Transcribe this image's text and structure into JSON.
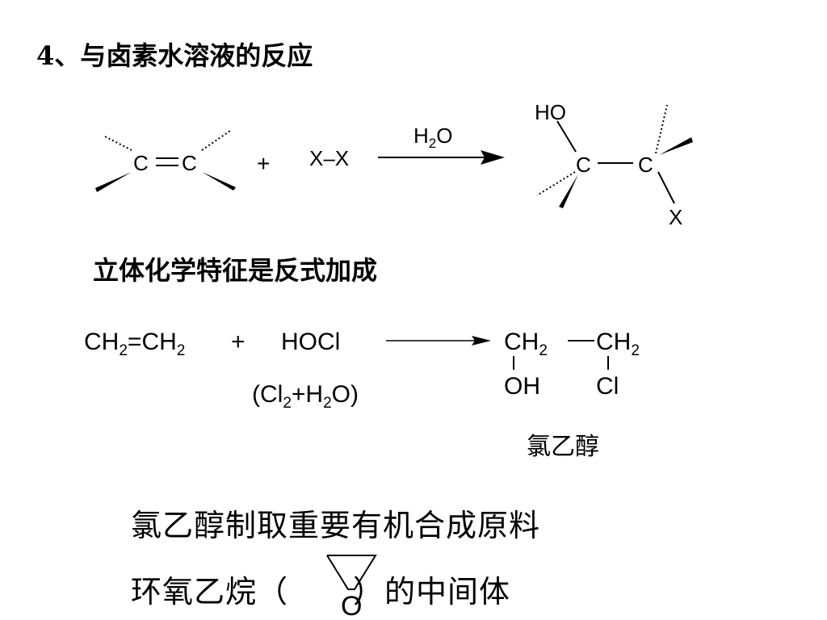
{
  "heading": "4、与卤素水溶液的反应",
  "scheme1": {
    "reactant_c1": "C",
    "reactant_c2": "C",
    "plus": "+",
    "reagent": "X–X",
    "condition_h": "H",
    "condition_sub": "2",
    "condition_o": "O",
    "product_ho": "HO",
    "product_c1": "C",
    "product_c2": "C",
    "product_x": "X"
  },
  "stereo_note": "立体化学特征是反式加成",
  "scheme2": {
    "reactant": {
      "p1": "CH",
      "s1": "2",
      "p2": "=CH",
      "s2": "2"
    },
    "plus": "+",
    "reagent": "HOCl",
    "source": {
      "p1": "(Cl",
      "s1": "2",
      "p2": "+H",
      "s2": "2",
      "p3": "O)"
    },
    "product_top": {
      "p1": "CH",
      "s1": "2",
      "p2": "CH",
      "s2": "2"
    },
    "product_oh": "OH",
    "product_cl": "Cl",
    "product_name": "氯乙醇"
  },
  "note_line1": "氯乙醇制取重要有机合成原料",
  "note_line2": {
    "before": "环氧乙烷（",
    "after": "）的中间体"
  },
  "epoxide_o": "O"
}
